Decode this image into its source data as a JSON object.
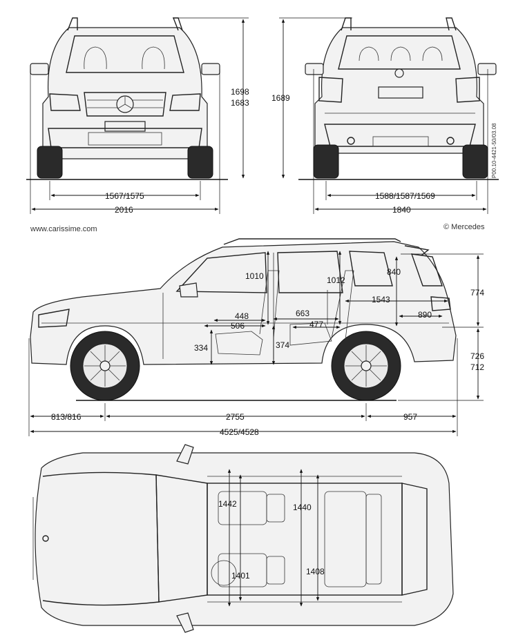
{
  "credits": {
    "website": "www.carissime.com",
    "copyright": "© Mercedes",
    "drawing_code": "P00.10-4421-50/03.08"
  },
  "front_view": {
    "height_label_1": "1698",
    "height_label_2": "1683",
    "track_label": "1567/1575",
    "width_label": "2016"
  },
  "rear_view": {
    "height_label": "1689",
    "track_label": "1588/1587/1569",
    "width_label": "1840"
  },
  "side_view": {
    "front_headroom": "1010",
    "rear_headroom": "1012",
    "cargo_height": "840",
    "cargo_length": "1543",
    "front_seat_1": "448",
    "front_seat_2": "506",
    "rear_legroom": "663",
    "rear_seat_depth": "477",
    "cargo_floor": "890",
    "front_seat_height": "334",
    "rear_seat_height": "374",
    "upper_height": "774",
    "lower_height_1": "726",
    "lower_height_2": "712",
    "front_overhang": "813/816",
    "wheelbase": "2755",
    "rear_overhang": "957",
    "overall_length": "4525/4528"
  },
  "top_view": {
    "front_shoulder": "1442",
    "rear_shoulder": "1440",
    "front_hip": "1401",
    "rear_hip": "1408"
  }
}
